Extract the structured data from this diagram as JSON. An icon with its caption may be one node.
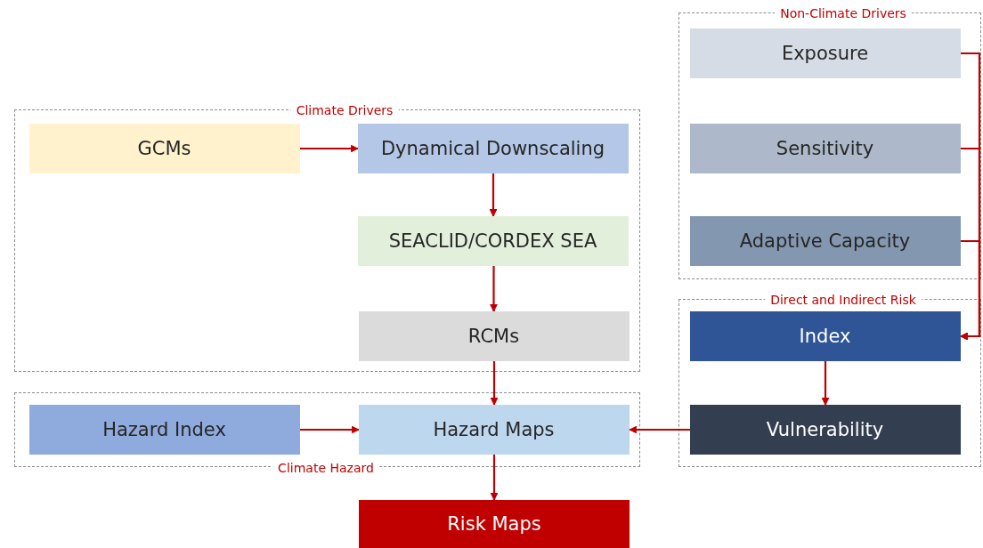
{
  "diagram": {
    "nodes": [
      {
        "text": [
          "Climate Drivers"
        ]
      },
      {
        "text": [
          "GCMs"
        ],
        "in": 0
      },
      {
        "text": [
          "Dynamical Downscaling"
        ],
        "in": 0
      },
      {
        "text": [
          "SEACLID/CORDEX SEA"
        ],
        "in": 0
      },
      {
        "text": [
          "RCMs"
        ],
        "in": 0
      },
      {
        "text": [
          "Non-Climate Drivers"
        ]
      },
      {
        "text": [
          "Exposure"
        ],
        "in": 5
      },
      {
        "text": [
          "Sensitivity"
        ],
        "in": 5
      },
      {
        "text": [
          "Adaptive Capacity"
        ],
        "in": 5
      },
      {
        "text": [
          "Direct and Indirect Risk"
        ]
      },
      {
        "text": [
          "Index"
        ],
        "in": 9
      },
      {
        "text": [
          "Vulnerability"
        ],
        "in": 9
      },
      {
        "text": [
          "Climate Hazard"
        ]
      },
      {
        "text": [
          "Hazard Index"
        ],
        "in": 12
      },
      {
        "text": [
          "Hazard Maps"
        ],
        "in": 12
      },
      {
        "text": [
          "Risk Maps"
        ]
      }
    ],
    "edges": [
      {
        "from": 1,
        "to": 2,
        "arrow": "to"
      },
      {
        "from": 2,
        "to": 3,
        "arrow": "to"
      },
      {
        "from": 3,
        "to": 4,
        "arrow": "to"
      },
      {
        "from": 4,
        "to": 14,
        "arrow": "to"
      },
      {
        "from": 13,
        "to": 14,
        "arrow": "to"
      },
      {
        "from": 11,
        "to": 14,
        "arrow": "to"
      },
      {
        "from": 14,
        "to": 15,
        "arrow": "to"
      },
      {
        "from": 6,
        "to": 10,
        "arrow": "to"
      },
      {
        "from": 7,
        "to": 10,
        "arrow": "to"
      },
      {
        "from": 8,
        "to": 10,
        "arrow": "to"
      },
      {
        "from": 10,
        "to": 11,
        "arrow": "to"
      }
    ]
  }
}
